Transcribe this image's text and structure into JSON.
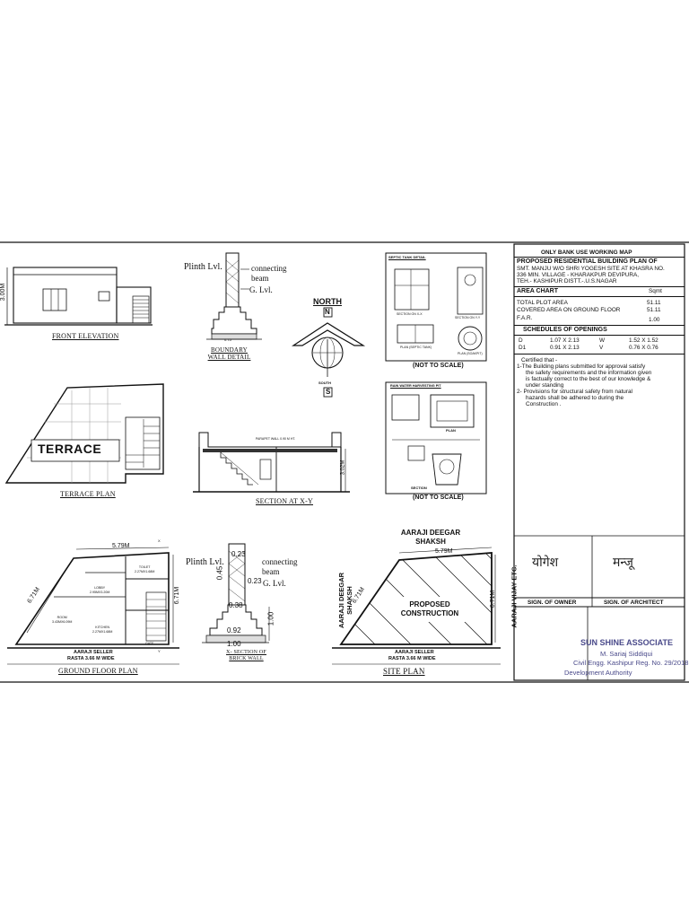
{
  "title_block": {
    "header": "ONLY BANK USE WORKING MAP",
    "project_title": "PROPOSED RESIDENTIAL BUILDING PLAN OF",
    "address_lines": [
      "SMT. MANJU W/O SHRI YOGESH SITE AT KHASRA NO.",
      "336 MIN. VILLAGE - KHARAKPUR DEVIPURA,",
      "TEH.- KASHIPUR DISTT.-.U.S.NAGAR"
    ],
    "area_chart_label": "AREA CHART",
    "area_chart_unit": "Sqmt",
    "area_rows": [
      {
        "label": "TOTAL PLOT AREA",
        "value": "51.11"
      },
      {
        "label": "COVERED AREA ON GROUND FLOOR",
        "value": "51.11"
      },
      {
        "label": "F.A.R.",
        "value": "1.00"
      }
    ],
    "openings_label": "SCHEDULES OF OPENINGS",
    "openings": [
      {
        "a": "D",
        "b": "1.07 X 2.13",
        "c": "W",
        "d": "1.52 X 1.52"
      },
      {
        "a": "D1",
        "b": "0.91 X 2.13",
        "c": "V",
        "d": "0.76 X 0.76"
      }
    ],
    "certified_lines": [
      "Certified that -",
      "1-The Building plans submitted for approval satisfy",
      "the safety requirements and the information given",
      "is factually correct to the best of our knowledge &",
      "under standing",
      "2- Provisions for structural safety from natural",
      "hazards shall be adhered to during the",
      "Construction ."
    ],
    "owner_sign_text": "योगेश",
    "architect_sign_text": "मन्जू",
    "sign_owner_label": "SIGN. OF OWNER",
    "sign_architect_label": "SIGN. OF ARCHITECT",
    "stamp_lines": [
      "SUN SHINE ASSOCIATE",
      "M. Sariaj Siddiqui",
      "Civil Engg. Kashipur Reg. No. 29/2018",
      "Development Authority"
    ]
  },
  "drawings": {
    "front_elevation": {
      "label": "FRONT ELEVATION",
      "dim": "3.00M"
    },
    "boundary_wall": {
      "label": "BOUNDARY WALL DETAIL",
      "plinth": "Plinth Lvl.",
      "beam": "connecting beam",
      "ground": "G. Lvl.",
      "dim": "0.75"
    },
    "north": {
      "north": "NORTH",
      "n": "N",
      "south": "SOUTH",
      "s": "S"
    },
    "septic": {
      "title": "SEPTIC TANK DETAIL",
      "note": "(NOT TO SCALE)",
      "sub1": "SECTION ON X-X",
      "sub2": "SECTION ON Y-Y",
      "sub3": "PLAN (SEPTIC TANK)",
      "sub4": "PLAN (SOAKPIT)"
    },
    "terrace": {
      "label": "TERRACE PLAN",
      "text": "TERRACE"
    },
    "section": {
      "label": "SECTION AT X-Y",
      "parapet": "PARAPET WALL 0.90 M HT.",
      "dim": "3.02M"
    },
    "rainwater": {
      "title": "RAIN WATER HARVESTING PIT",
      "note": "(NOT TO SCALE)",
      "plan": "PLAN",
      "section": "SECTION"
    },
    "ground_floor": {
      "label": "GROUND FLOOR PLAN",
      "width": "5.79M",
      "left": "6.71M",
      "right": "6.71M",
      "rooms": [
        {
          "name": "LOBBY",
          "size": "2.95MX3.20M"
        },
        {
          "name": "TOILET",
          "size": "2.27MX1.68M"
        },
        {
          "name": "ROOM",
          "size": "3.43MX6.09M"
        },
        {
          "name": "KITCHEN",
          "size": "2.27MX1.68M"
        }
      ],
      "gate": "GATE",
      "road": "AARAJI SELLER",
      "road_width": "RASTA 3.66 M WIDE",
      "compass_top": "X",
      "compass_bot": "Y"
    },
    "brick_wall": {
      "label": "X- SECTION OF BRICK WALL",
      "plinth": "Plinth Lvl.",
      "beam": "connecting beam",
      "ground": "G. Lvl.",
      "d1": "0.23",
      "d2": "0.45",
      "d3": "0.23",
      "d4": "0.38",
      "d5": "0.92",
      "d6": "1.00",
      "d7": "1.00"
    },
    "site_plan": {
      "label": "SITE PLAN",
      "top": "AARAJI DEEGAR SHAKSH",
      "left": "AARAJI DEEGAR SHAKSH",
      "right": "AARAJI VIJAY ETC.",
      "width": "5.79M",
      "left_dim": "6.71M",
      "right_dim": "6.71M",
      "center": "PROPOSED CONSTRUCTION",
      "road": "AARAJI SELLER",
      "road_width": "RASTA 3.66 M WIDE"
    }
  }
}
